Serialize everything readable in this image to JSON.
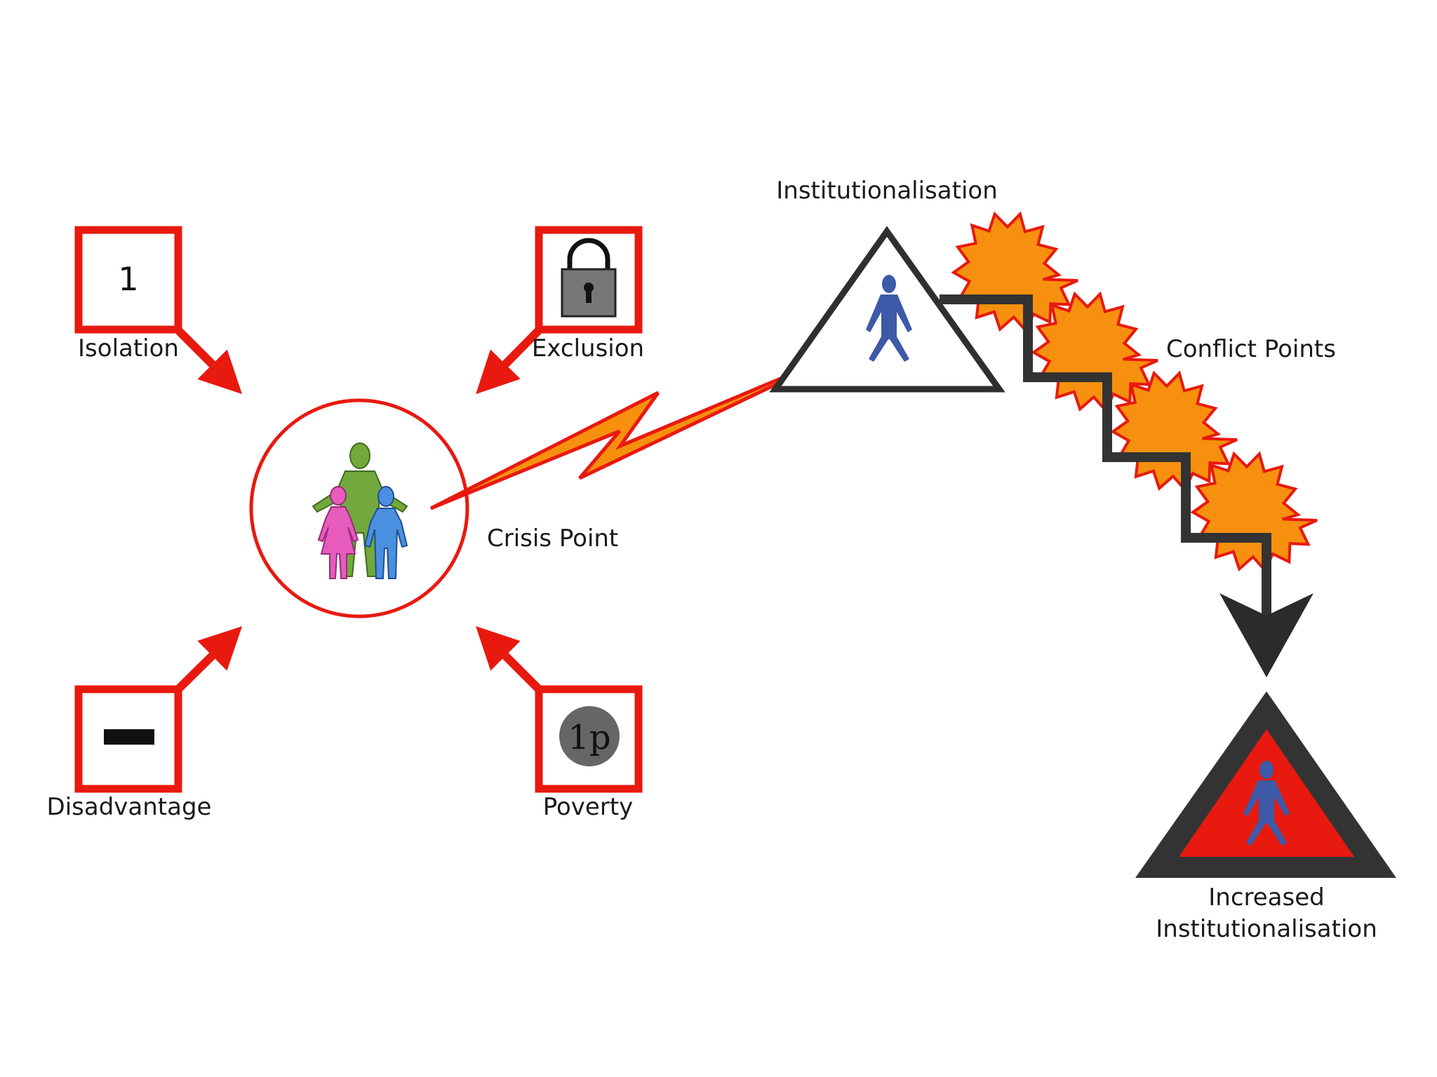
{
  "factors": [
    {
      "id": "isolation",
      "label": "Isolation",
      "icon": "number-one-icon",
      "symbol": "1"
    },
    {
      "id": "exclusion",
      "label": "Exclusion",
      "icon": "padlock-icon"
    },
    {
      "id": "disadvantage",
      "label": "Disadvantage",
      "icon": "minus-bar-icon"
    },
    {
      "id": "poverty",
      "label": "Poverty",
      "icon": "one-penny-coin-icon",
      "symbol": "1p"
    }
  ],
  "crisis": {
    "label": "Crisis Point",
    "icon": "family-icon"
  },
  "institution": {
    "label": "Institutionalisation",
    "icon": "person-in-triangle-icon"
  },
  "conflict": {
    "label": "Conflict Points",
    "count": 4,
    "icon": "starburst-icon"
  },
  "increased": {
    "line1": "Increased",
    "line2": "Institutionalisation",
    "icon": "person-in-red-triangle-icon"
  },
  "colors": {
    "red": "#e8190f",
    "orange": "#f7900e",
    "dark": "#333333",
    "person_blue": "#3d5aa8",
    "family_green": "#72a83c",
    "family_pink": "#e75bbd",
    "family_blue": "#4a8fe0",
    "lock_gray": "#777777",
    "coin_gray": "#666666"
  }
}
